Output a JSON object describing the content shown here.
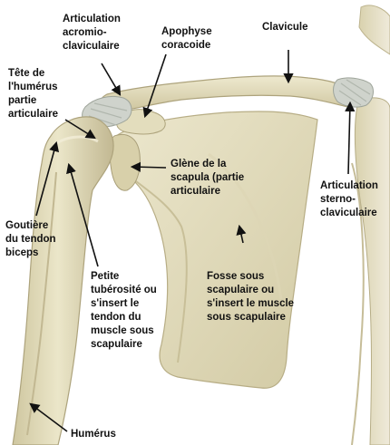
{
  "colors": {
    "bone_light": "#e8e3c4",
    "bone_mid": "#d6cfa9",
    "bone_shadow": "#b8ae86",
    "cartilage": "#c9cec7",
    "label_text": "#111111",
    "pointer": "#111111"
  },
  "labels": {
    "acromio": [
      "Articulation",
      "acromio-",
      "claviculaire"
    ],
    "coracoide": [
      "Apophyse",
      "coracoide"
    ],
    "clavicule": [
      "Clavicule"
    ],
    "tete_humerus": [
      "Tête de",
      "l'humérus",
      "partie",
      "articulaire"
    ],
    "glene": [
      "Glène de la",
      "scapula (partie",
      "articulaire"
    ],
    "sterno": [
      "Articulation",
      "sterno-",
      "claviculaire"
    ],
    "gouttiere": [
      "Goutière",
      "du tendon",
      "biceps"
    ],
    "petite_tuberosite": [
      "Petite",
      "tubérosité ou",
      "s'insert le",
      "tendon du",
      "muscle sous",
      "scapulaire"
    ],
    "fosse": [
      "Fosse sous",
      "scapulaire ou",
      "s'insert le muscle",
      "sous scapulaire"
    ],
    "humerus": [
      "Humérus"
    ]
  }
}
